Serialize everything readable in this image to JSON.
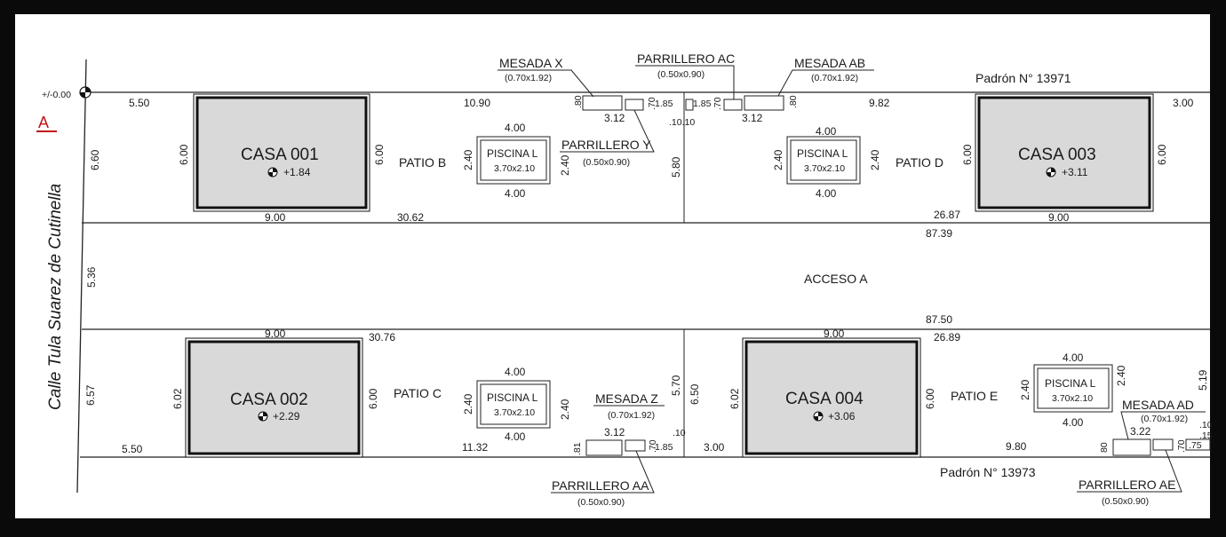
{
  "street": "Calle Tula Suarez de Cutinella",
  "level_mark": "+/-0.00",
  "section_marker": "A",
  "padron_north": "Padrón N° 13971",
  "padron_south": "Padrón N° 13973",
  "access": "ACCESO A",
  "houses": [
    {
      "name": "CASA 001",
      "level": "+1.84"
    },
    {
      "name": "CASA 002",
      "level": "+2.29"
    },
    {
      "name": "CASA 003",
      "level": "+3.11"
    },
    {
      "name": "CASA 004",
      "level": "+3.06"
    }
  ],
  "patios": [
    "PATIO B",
    "PATIO C",
    "PATIO D",
    "PATIO E"
  ],
  "pools": [
    {
      "name": "PISCINA L",
      "size": "3.70x2.10"
    },
    {
      "name": "PISCINA L",
      "size": "3.70x2.10"
    },
    {
      "name": "PISCINA L",
      "size": "3.70x2.10"
    },
    {
      "name": "PISCINA L",
      "size": "3.70x2.10"
    }
  ],
  "fixtures": [
    {
      "name": "MESADA X",
      "size": "(0.70x1.92)"
    },
    {
      "name": "PARRILLERO AC",
      "size": "(0.50x0.90)"
    },
    {
      "name": "MESADA AB",
      "size": "(0.70x1.92)"
    },
    {
      "name": "PARRILLERO Y",
      "size": "(0.50x0.90)"
    },
    {
      "name": "MESADA Z",
      "size": "(0.70x1.92)"
    },
    {
      "name": "PARRILLERO AA",
      "size": "(0.50x0.90)"
    },
    {
      "name": "MESADA AD",
      "size": "(0.70x1.92)"
    },
    {
      "name": "PARRILLERO AE",
      "size": "(0.50x0.90)"
    }
  ],
  "dims": {
    "d550a": "5.50",
    "d660": "6.60",
    "d600a": "6.00",
    "d600b": "6.00",
    "d900a": "9.00",
    "d3062": "30.62",
    "d1090": "10.90",
    "d080a": ".80",
    "d312a": "3.12",
    "d070a": ".70",
    "d185a": "1.85",
    "d185b": "1.85",
    "d1010": ".10.10",
    "d070b": ".70",
    "d312b": "3.12",
    "d080b": ".80",
    "d982": "9.82",
    "d300a": "3.00",
    "d400a": "4.00",
    "d240a": "2.40",
    "d240b": "2.40",
    "d400b": "4.00",
    "d580": "5.80",
    "d400c": "4.00",
    "d240c": "2.40",
    "d240d": "2.40",
    "d400d": "4.00",
    "d600c": "6.00",
    "d600d": "6.00",
    "d2687": "26.87",
    "d900b": "9.00",
    "d8739": "87.39",
    "d536": "5.36",
    "d8750": "87.50",
    "d900c": "9.00",
    "d3076": "30.76",
    "d900d": "9.00",
    "d2689": "26.89",
    "d657": "6.57",
    "d602a": "6.02",
    "d600e": "6.00",
    "d400e": "4.00",
    "d240e": "2.40",
    "d240f": "2.40",
    "d400f": "4.00",
    "d570": "5.70",
    "d650": "6.50",
    "d602b": "6.02",
    "d600f": "6.00",
    "d400g": "4.00",
    "d240g": "2.40",
    "d240h": "2.40",
    "d400h": "4.00",
    "d519": "5.19",
    "d550b": "5.50",
    "d1132": "11.32",
    "d081": ".81",
    "d312c": "3.12",
    "d010a": ".10",
    "d070c": ".70",
    "d185c": "1.85",
    "d300b": "3.00",
    "d980": "9.80",
    "d080c": "80",
    "d322": "3.22",
    "d070d": ".70",
    "d175": ".75",
    "d010b": ".10",
    "d015": ".15"
  }
}
